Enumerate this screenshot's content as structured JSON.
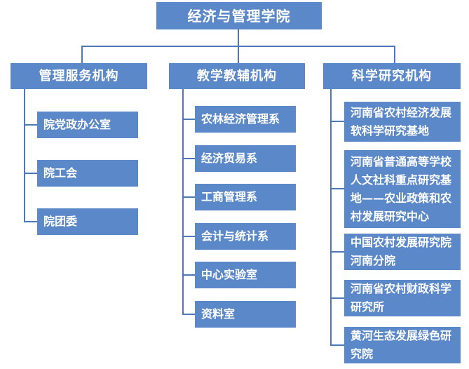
{
  "title": "经济与管理学院",
  "colors": {
    "box_fill": "#5B88C8",
    "connector": "#4C78B8",
    "text": "#FFFFFF",
    "background": "#FFFFFF"
  },
  "columns": [
    {
      "header": "管理服务机构",
      "children": [
        "院党政办公室",
        "院工会",
        "院团委"
      ]
    },
    {
      "header": "教学教辅机构",
      "children": [
        "农林经济管理系",
        "经济贸易系",
        "工商管理系",
        "会计与统计系",
        "中心实验室",
        "资料室"
      ]
    },
    {
      "header": "科学研究机构",
      "children": [
        "河南省农村经济发展软科学研究基地",
        "河南省普通高等学校人文社科重点研究基地——农业政策和农村发展研究中心",
        "中国农村发展研究院河南分院",
        "河南省农村财政科学研究所",
        "黄河生态发展绿色研究院"
      ]
    }
  ]
}
